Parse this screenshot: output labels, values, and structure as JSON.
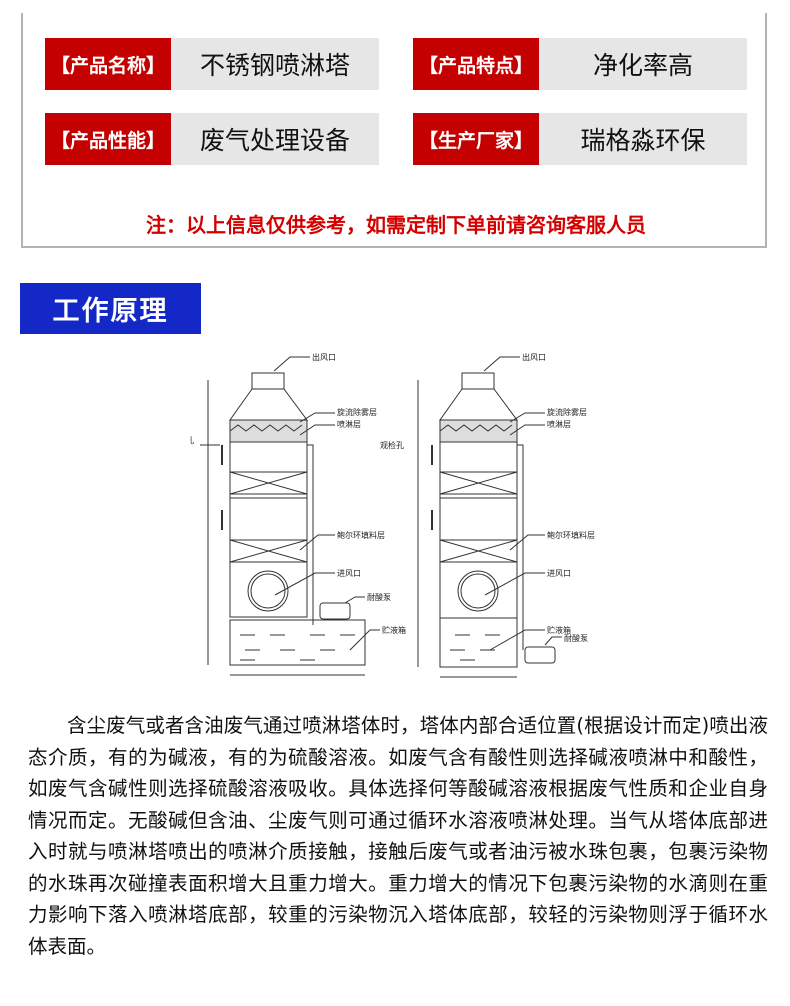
{
  "info": [
    {
      "label": "【产品名称】",
      "value": "不锈钢喷淋塔"
    },
    {
      "label": "【产品特点】",
      "value": "净化率高"
    },
    {
      "label": "【产品性能】",
      "value": "废气处理设备"
    },
    {
      "label": "【生产厂家】",
      "value": "瑞格淼环保"
    }
  ],
  "note": "注：以上信息仅供参考，如需定制下单前请咨询客服人员",
  "section_title": "工作原理",
  "diagram": {
    "outlet": "出风口",
    "demister": "旋流除雾层",
    "spray": "喷淋层",
    "inspection": "观检孔",
    "packing": "鲍尔环填料层",
    "inlet": "进风口",
    "pump": "耐酸泵",
    "tank": "贮液箱"
  },
  "paragraph": "含尘废气或者含油废气通过喷淋塔体时，塔体内部合适位置(根据设计而定)喷出液态介质，有的为碱液，有的为硫酸溶液。如废气含有酸性则选择碱液喷淋中和酸性，如废气含碱性则选择硫酸溶液吸收。具体选择何等酸碱溶液根据废气性质和企业自身情况而定。无酸碱但含油、尘废气则可通过循环水溶液喷淋处理。当气从塔体底部进入时就与喷淋塔喷出的喷淋介质接触，接触后废气或者油污被水珠包裹，包裹污染物的水珠再次碰撞表面积增大且重力增大。重力增大的情况下包裹污染物的水滴则在重力影响下落入喷淋塔底部，较重的污染物沉入塔体底部，较轻的污染物则浮于循环水体表面。"
}
